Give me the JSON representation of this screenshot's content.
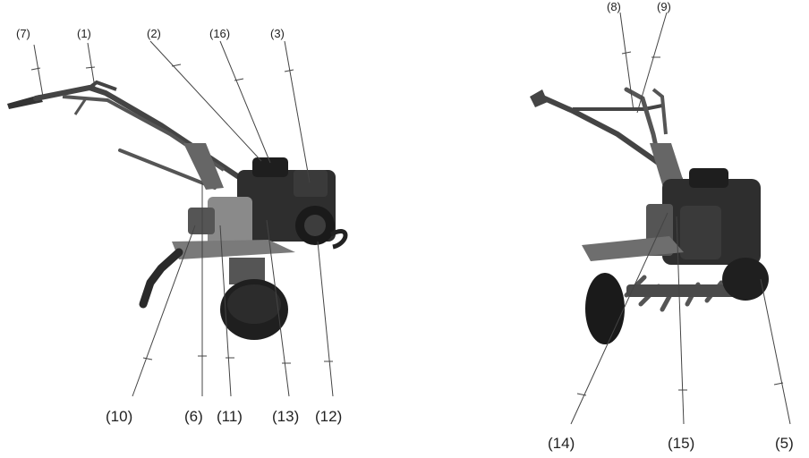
{
  "labels_top_left": {
    "l7": "(7)",
    "l1": "(1)",
    "l2": "(2)",
    "l16": "(16)",
    "l3": "(3)"
  },
  "labels_bottom_left": {
    "l10": "(10)",
    "l6": "(6)",
    "l11": "(11)",
    "l13": "(13)",
    "l12": "(12)"
  },
  "labels_top_right": {
    "l8": "(8)",
    "l9": "(9)"
  },
  "labels_bottom_right": {
    "l14": "(14)",
    "l15": "(15)",
    "l5": "(5)"
  }
}
